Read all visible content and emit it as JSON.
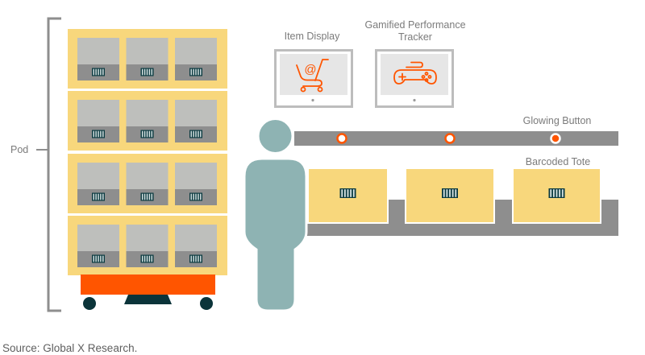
{
  "labels": {
    "pod": "Pod",
    "item_display": "Item Display",
    "tracker_line1": "Gamified Performance",
    "tracker_line2": "Tracker",
    "glowing_button": "Glowing Button",
    "barcoded_tote": "Barcoded Tote",
    "cart_at_symbol": "@"
  },
  "icons": {
    "item_display_screen": "shopping-cart-icon",
    "tracker_screen": "gamepad-icon",
    "pod_bin": "barcode-icon",
    "tote": "barcode-icon",
    "worker": "person-icon"
  },
  "pod": {
    "shelves": 4,
    "bins_per_shelf": 3
  },
  "conveyor": {
    "totes": 3,
    "buttons": [
      {
        "state": "off"
      },
      {
        "state": "off"
      },
      {
        "state": "glowing"
      }
    ]
  },
  "colors": {
    "shelf": "#F8D77C",
    "bin_light": "#BEBFBC",
    "bin_dark": "#8E8E8E",
    "barcode": "#0B3A40",
    "drive_unit": "#FF5500",
    "dark_teal": "#0B343A",
    "person": "#8EB3B3",
    "conveyor": "#8E8E8E",
    "accent": "#FF5500",
    "screen": "#E6E6E6",
    "bezel": "#BDBDBD"
  },
  "source": "Source: Global X Research."
}
